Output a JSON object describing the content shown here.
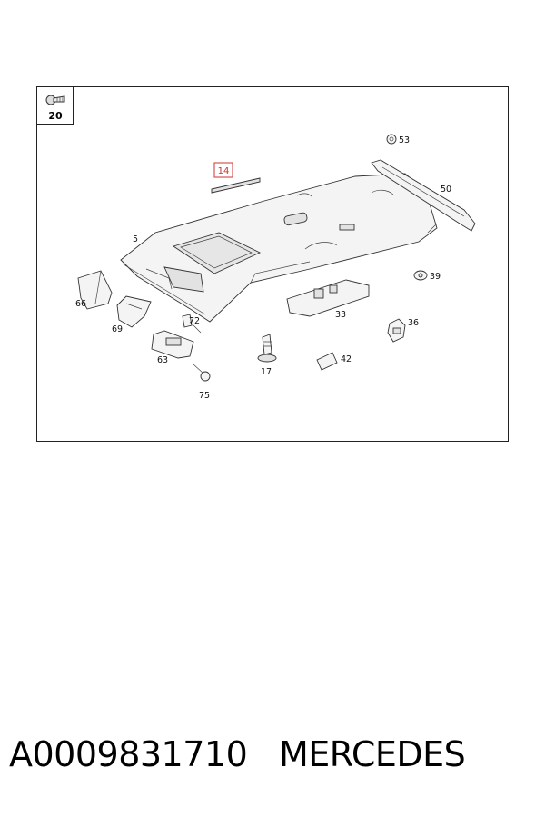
{
  "diagram": {
    "corner_callout": {
      "label": "20",
      "icon": "screw-icon"
    },
    "highlighted_part": {
      "label": "14",
      "highlight_color": "#d9534f"
    },
    "part_labels": [
      "5",
      "17",
      "33",
      "36",
      "39",
      "42",
      "50",
      "53",
      "63",
      "66",
      "69",
      "72",
      "75"
    ]
  },
  "caption": {
    "part_number": "A0009831710",
    "brand": "MERCEDES"
  }
}
